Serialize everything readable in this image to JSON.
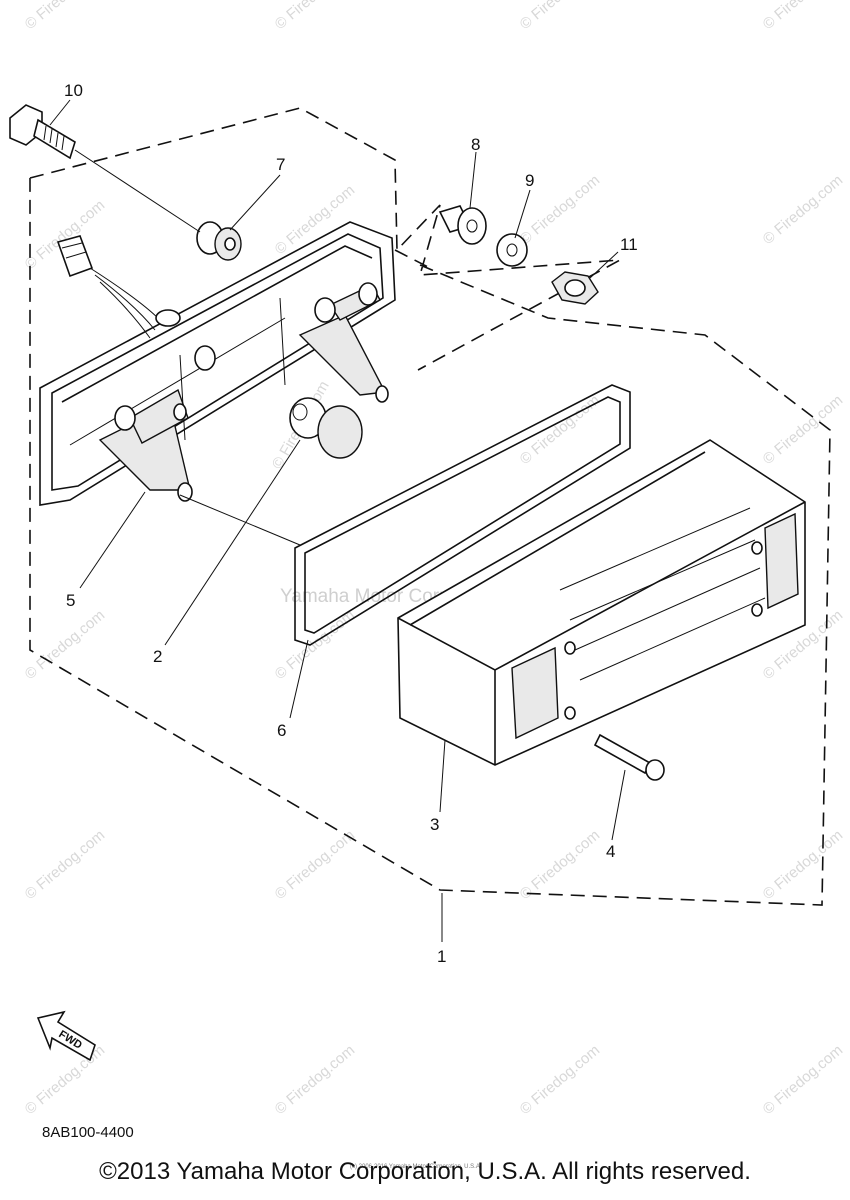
{
  "diagram": {
    "part_labels": [
      "10",
      "7",
      "8",
      "9",
      "11",
      "5",
      "2",
      "6",
      "3",
      "4",
      "1"
    ],
    "fwd_label": "FWD",
    "center_watermark": "Yamaha Motor Corp., U.S.A.",
    "small_notice": "(c) 2006-2016 Yamaha Motor Corporation, U.S.A.",
    "watermark_text": "© Firedog.com",
    "diagram_code": "8AB100-4400",
    "copyright": "©2013 Yamaha Motor Corporation, U.S.A. All rights reserved."
  }
}
